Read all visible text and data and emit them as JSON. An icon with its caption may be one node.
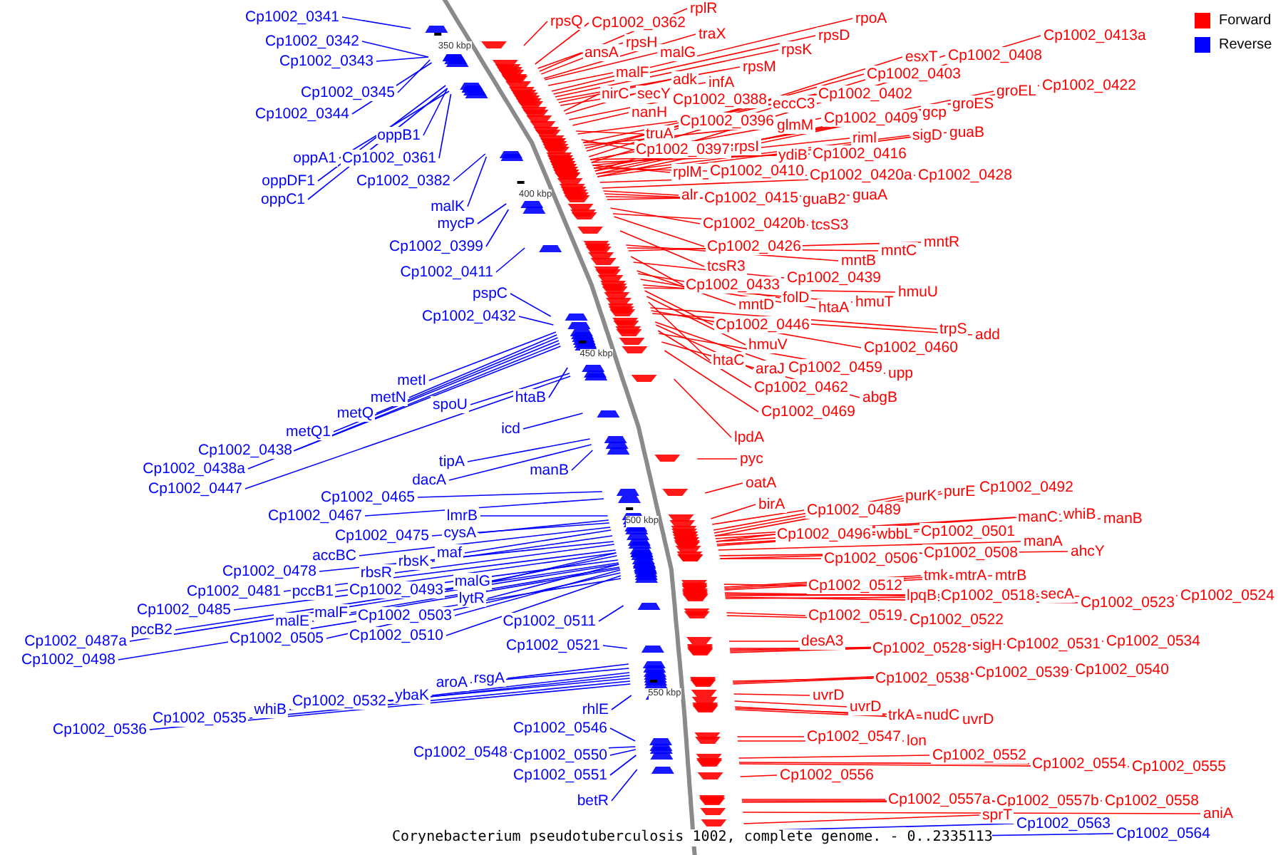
{
  "diagram": {
    "caption": "Corynebacterium pseudotuberculosis 1002, complete genome. - 0..2335113",
    "nodes": [
      {
        "text": [
          "Cp1002_0341"
        ]
      },
      {
        "text": [
          "Cp1002_0342"
        ]
      },
      {
        "text": [
          "Cp1002_0343"
        ]
      },
      {
        "text": [
          "Cp1002_0345"
        ]
      },
      {
        "text": [
          "Cp1002_0344"
        ]
      },
      {
        "text": [
          "oppB1"
        ]
      },
      {
        "text": [
          "oppA1"
        ]
      },
      {
        "text": [
          "Cp1002_0361"
        ]
      },
      {
        "text": [
          "oppDF1"
        ]
      },
      {
        "text": [
          "Cp1002_0382"
        ]
      },
      {
        "text": [
          "oppC1"
        ]
      },
      {
        "text": [
          "malK"
        ]
      },
      {
        "text": [
          "mycP"
        ]
      },
      {
        "text": [
          "Cp1002_0399"
        ]
      },
      {
        "text": [
          "Cp1002_0411"
        ]
      },
      {
        "text": [
          "pspC"
        ]
      },
      {
        "text": [
          "Cp1002_0432"
        ]
      },
      {
        "text": [
          "metI"
        ]
      },
      {
        "text": [
          "metN"
        ]
      },
      {
        "text": [
          "htaB"
        ]
      },
      {
        "text": [
          "spoU"
        ]
      },
      {
        "text": [
          "metQ"
        ]
      },
      {
        "text": [
          "metQ1"
        ]
      },
      {
        "text": [
          "icd"
        ]
      },
      {
        "text": [
          "Cp1002_0438"
        ]
      },
      {
        "text": [
          "tipA"
        ]
      },
      {
        "text": [
          "Cp1002_0438a"
        ]
      },
      {
        "text": [
          "manB"
        ]
      },
      {
        "text": [
          "dacA"
        ]
      },
      {
        "text": [
          "Cp1002_0447"
        ]
      },
      {
        "text": [
          "Cp1002_0465"
        ]
      },
      {
        "text": [
          "Cp1002_0467"
        ]
      },
      {
        "text": [
          "lmrB"
        ]
      },
      {
        "text": [
          "cysA"
        ]
      },
      {
        "text": [
          "Cp1002_0475"
        ]
      },
      {
        "text": [
          "maf"
        ]
      },
      {
        "text": [
          "accBC"
        ]
      },
      {
        "text": [
          "rbsK"
        ]
      },
      {
        "text": [
          "Cp1002_0478"
        ]
      },
      {
        "text": [
          "rbsR"
        ]
      },
      {
        "text": [
          "malG"
        ]
      },
      {
        "text": [
          "Cp1002_0493"
        ]
      },
      {
        "text": [
          "Cp1002_0481"
        ]
      },
      {
        "text": [
          "pccB1"
        ]
      },
      {
        "text": [
          "lytR"
        ]
      },
      {
        "text": [
          "Cp1002_0485"
        ]
      },
      {
        "text": [
          "malF"
        ]
      },
      {
        "text": [
          "Cp1002_0503"
        ]
      },
      {
        "text": [
          "Cp1002_0511"
        ]
      },
      {
        "text": [
          "malE"
        ]
      },
      {
        "text": [
          "pccB2"
        ]
      },
      {
        "text": [
          "Cp1002_0510"
        ]
      },
      {
        "text": [
          "Cp1002_0505"
        ]
      },
      {
        "text": [
          "Cp1002_0487a"
        ]
      },
      {
        "text": [
          "Cp1002_0521"
        ]
      },
      {
        "text": [
          "Cp1002_0498"
        ]
      },
      {
        "text": [
          "rsgA"
        ]
      },
      {
        "text": [
          "aroA"
        ]
      },
      {
        "text": [
          "ybaK"
        ]
      },
      {
        "text": [
          "Cp1002_0532"
        ]
      },
      {
        "text": [
          "rhlE"
        ]
      },
      {
        "text": [
          "whiB"
        ]
      },
      {
        "text": [
          "Cp1002_0535"
        ]
      },
      {
        "text": [
          "Cp1002_0546"
        ]
      },
      {
        "text": [
          "Cp1002_0536"
        ]
      },
      {
        "text": [
          "Cp1002_0548"
        ]
      },
      {
        "text": [
          "Cp1002_0550"
        ]
      },
      {
        "text": [
          "Cp1002_0551"
        ]
      },
      {
        "text": [
          "betR"
        ]
      },
      {
        "text": [
          "rplR"
        ]
      },
      {
        "text": [
          "rpoA"
        ]
      },
      {
        "text": [
          "rpsQ"
        ]
      },
      {
        "text": [
          "Cp1002_0362"
        ]
      },
      {
        "text": [
          "traX"
        ]
      },
      {
        "text": [
          "rpsD"
        ]
      },
      {
        "text": [
          "Cp1002_0413a"
        ]
      },
      {
        "text": [
          "rpsH"
        ]
      },
      {
        "text": [
          "rpsK"
        ]
      },
      {
        "text": [
          "ansA"
        ]
      },
      {
        "text": [
          "malG"
        ]
      },
      {
        "text": [
          "Cp1002_0408"
        ]
      },
      {
        "text": [
          "esxT"
        ]
      },
      {
        "text": [
          "rpsM"
        ]
      },
      {
        "text": [
          "malF"
        ]
      },
      {
        "text": [
          "Cp1002_0403"
        ]
      },
      {
        "text": [
          "adk"
        ]
      },
      {
        "text": [
          "infA"
        ]
      },
      {
        "text": [
          "Cp1002_0422"
        ]
      },
      {
        "text": [
          "groEL"
        ]
      },
      {
        "text": [
          "nirC"
        ]
      },
      {
        "text": [
          "secY"
        ]
      },
      {
        "text": [
          "Cp1002_0402"
        ]
      },
      {
        "text": [
          "Cp1002_0388"
        ]
      },
      {
        "text": [
          "eccC3"
        ]
      },
      {
        "text": [
          "groES"
        ]
      },
      {
        "text": [
          "gcp"
        ]
      },
      {
        "text": [
          "nanH"
        ]
      },
      {
        "text": [
          "Cp1002_0409"
        ]
      },
      {
        "text": [
          "Cp1002_0396"
        ]
      },
      {
        "text": [
          "glmM"
        ]
      },
      {
        "text": [
          "guaB"
        ]
      },
      {
        "text": [
          "truA"
        ]
      },
      {
        "text": [
          "sigD"
        ]
      },
      {
        "text": [
          "riml"
        ]
      },
      {
        "text": [
          "rpsI"
        ]
      },
      {
        "text": [
          "Cp1002_0397"
        ]
      },
      {
        "text": [
          "Cp1002_0416"
        ]
      },
      {
        "text": [
          "ydiB"
        ]
      },
      {
        "text": [
          "Cp1002_0410"
        ]
      },
      {
        "text": [
          "rplM"
        ]
      },
      {
        "text": [
          "Cp1002_0420a"
        ]
      },
      {
        "text": [
          "Cp1002_0428"
        ]
      },
      {
        "text": [
          "guaA"
        ]
      },
      {
        "text": [
          "alr"
        ]
      },
      {
        "text": [
          "Cp1002_0415"
        ]
      },
      {
        "text": [
          "guaB2"
        ]
      },
      {
        "text": [
          "Cp1002_0420b"
        ]
      },
      {
        "text": [
          "tcsS3"
        ]
      },
      {
        "text": [
          "mntR"
        ]
      },
      {
        "text": [
          "Cp1002_0426"
        ]
      },
      {
        "text": [
          "mntC"
        ]
      },
      {
        "text": [
          "mntB"
        ]
      },
      {
        "text": [
          "tcsR3"
        ]
      },
      {
        "text": [
          "Cp1002_0439"
        ]
      },
      {
        "text": [
          "Cp1002_0433"
        ]
      },
      {
        "text": [
          "hmuU"
        ]
      },
      {
        "text": [
          "folD"
        ]
      },
      {
        "text": [
          "hmuT"
        ]
      },
      {
        "text": [
          "mntD"
        ]
      },
      {
        "text": [
          "htaA"
        ]
      },
      {
        "text": [
          "Cp1002_0446"
        ]
      },
      {
        "text": [
          "trpS"
        ]
      },
      {
        "text": [
          "add"
        ]
      },
      {
        "text": [
          "hmuV"
        ]
      },
      {
        "text": [
          "Cp1002_0460"
        ]
      },
      {
        "text": [
          "htaC"
        ]
      },
      {
        "text": [
          "Cp1002_0459"
        ]
      },
      {
        "text": [
          "araJ"
        ]
      },
      {
        "text": [
          "upp"
        ]
      },
      {
        "text": [
          "Cp1002_0462"
        ]
      },
      {
        "text": [
          "abgB"
        ]
      },
      {
        "text": [
          "Cp1002_0469"
        ]
      },
      {
        "text": [
          "lpdA"
        ]
      },
      {
        "text": [
          "pyc"
        ]
      },
      {
        "text": [
          "oatA"
        ]
      },
      {
        "text": [
          "Cp1002_0492"
        ]
      },
      {
        "text": [
          "purE"
        ]
      },
      {
        "text": [
          "purK"
        ]
      },
      {
        "text": [
          "birA"
        ]
      },
      {
        "text": [
          "Cp1002_0489"
        ]
      },
      {
        "text": [
          "whiB"
        ]
      },
      {
        "text": [
          "manC"
        ]
      },
      {
        "text": [
          "manB"
        ]
      },
      {
        "text": [
          "Cp1002_0501"
        ]
      },
      {
        "text": [
          "Cp1002_0496"
        ]
      },
      {
        "text": [
          "wbbL"
        ]
      },
      {
        "text": [
          "manA"
        ]
      },
      {
        "text": [
          "ahcY"
        ]
      },
      {
        "text": [
          "Cp1002_0508"
        ]
      },
      {
        "text": [
          "Cp1002_0506"
        ]
      },
      {
        "text": [
          "tmk"
        ]
      },
      {
        "text": [
          "mtrA"
        ]
      },
      {
        "text": [
          "mtrB"
        ]
      },
      {
        "text": [
          "Cp1002_0512"
        ]
      },
      {
        "text": [
          "secA"
        ]
      },
      {
        "text": [
          "Cp1002_0524"
        ]
      },
      {
        "text": [
          "lpqB"
        ]
      },
      {
        "text": [
          "Cp1002_0518"
        ]
      },
      {
        "text": [
          "Cp1002_0523"
        ]
      },
      {
        "text": [
          "Cp1002_0519"
        ]
      },
      {
        "text": [
          "Cp1002_0522"
        ]
      },
      {
        "text": [
          "desA3"
        ]
      },
      {
        "text": [
          "Cp1002_0534"
        ]
      },
      {
        "text": [
          "Cp1002_0531"
        ]
      },
      {
        "text": [
          "sigH"
        ]
      },
      {
        "text": [
          "Cp1002_0528"
        ]
      },
      {
        "text": [
          "Cp1002_0540"
        ]
      },
      {
        "text": [
          "Cp1002_0539"
        ]
      },
      {
        "text": [
          "Cp1002_0538"
        ]
      },
      {
        "text": [
          "uvrD"
        ]
      },
      {
        "text": [
          "uvrD"
        ]
      },
      {
        "text": [
          "trkA"
        ]
      },
      {
        "text": [
          "nudC"
        ]
      },
      {
        "text": [
          "uvrD"
        ]
      },
      {
        "text": [
          "Cp1002_0547"
        ]
      },
      {
        "text": [
          "lon"
        ]
      },
      {
        "text": [
          "Cp1002_0552"
        ]
      },
      {
        "text": [
          "Cp1002_0554"
        ]
      },
      {
        "text": [
          "Cp1002_0555"
        ]
      },
      {
        "text": [
          "Cp1002_0556"
        ]
      },
      {
        "text": [
          "Cp1002_0557a"
        ]
      },
      {
        "text": [
          "Cp1002_0557b"
        ]
      },
      {
        "text": [
          "Cp1002_0558"
        ]
      },
      {
        "text": [
          "aniA"
        ]
      },
      {
        "text": [
          "sprT"
        ]
      },
      {
        "text": [
          "Cp1002_0563"
        ]
      },
      {
        "text": [
          "Cp1002_0564"
        ]
      }
    ],
    "edges": [
      {
        "from": 0,
        "to": null,
        "arrow": "none",
        "color": "#0000ff"
      },
      {
        "from": 1,
        "to": null,
        "arrow": "none",
        "color": "#0000ff"
      },
      {
        "from": 2,
        "to": null,
        "arrow": "none",
        "color": "#0000ff"
      },
      {
        "from": 3,
        "to": null,
        "arrow": "none",
        "color": "#0000ff"
      },
      {
        "from": 4,
        "to": null,
        "arrow": "none",
        "color": "#0000ff"
      },
      {
        "from": 5,
        "to": null,
        "arrow": "none",
        "color": "#0000ff"
      },
      {
        "from": 6,
        "to": null,
        "arrow": "none",
        "color": "#0000ff"
      },
      {
        "from": 7,
        "to": null,
        "arrow": "none",
        "color": "#0000ff"
      },
      {
        "from": 8,
        "to": null,
        "arrow": "none",
        "color": "#0000ff"
      },
      {
        "from": 9,
        "to": null,
        "arrow": "none",
        "color": "#0000ff"
      },
      {
        "from": 10,
        "to": null,
        "arrow": "none",
        "color": "#0000ff"
      },
      {
        "from": 11,
        "to": null,
        "arrow": "none",
        "color": "#0000ff"
      },
      {
        "from": 12,
        "to": null,
        "arrow": "none",
        "color": "#0000ff"
      },
      {
        "from": 13,
        "to": null,
        "arrow": "none",
        "color": "#0000ff"
      },
      {
        "from": 14,
        "to": null,
        "arrow": "none",
        "color": "#0000ff"
      },
      {
        "from": 15,
        "to": null,
        "arrow": "none",
        "color": "#0000ff"
      },
      {
        "from": 16,
        "to": null,
        "arrow": "none",
        "color": "#0000ff"
      },
      {
        "from": 17,
        "to": null,
        "arrow": "none",
        "color": "#0000ff"
      },
      {
        "from": 18,
        "to": null,
        "arrow": "none",
        "color": "#0000ff"
      },
      {
        "from": 19,
        "to": null,
        "arrow": "none",
        "color": "#0000ff"
      },
      {
        "from": 20,
        "to": null,
        "arrow": "none",
        "color": "#0000ff"
      },
      {
        "from": 21,
        "to": null,
        "arrow": "none",
        "color": "#0000ff"
      },
      {
        "from": 22,
        "to": null,
        "arrow": "none",
        "color": "#0000ff"
      },
      {
        "from": 23,
        "to": null,
        "arrow": "none",
        "color": "#0000ff"
      },
      {
        "from": 24,
        "to": null,
        "arrow": "none",
        "color": "#0000ff"
      },
      {
        "from": 25,
        "to": null,
        "arrow": "none",
        "color": "#0000ff"
      },
      {
        "from": 26,
        "to": null,
        "arrow": "none",
        "color": "#0000ff"
      },
      {
        "from": 27,
        "to": null,
        "arrow": "none",
        "color": "#0000ff"
      },
      {
        "from": 28,
        "to": null,
        "arrow": "none",
        "color": "#0000ff"
      },
      {
        "from": 29,
        "to": null,
        "arrow": "none",
        "color": "#0000ff"
      },
      {
        "from": 30,
        "to": null,
        "arrow": "none",
        "color": "#0000ff"
      },
      {
        "from": 31,
        "to": null,
        "arrow": "none",
        "color": "#0000ff"
      },
      {
        "from": 32,
        "to": null,
        "arrow": "none",
        "color": "#0000ff"
      },
      {
        "from": 33,
        "to": null,
        "arrow": "none",
        "color": "#0000ff"
      },
      {
        "from": 34,
        "to": null,
        "arrow": "none",
        "color": "#0000ff"
      },
      {
        "from": 35,
        "to": null,
        "arrow": "none",
        "color": "#0000ff"
      },
      {
        "from": 36,
        "to": null,
        "arrow": "none",
        "color": "#0000ff"
      },
      {
        "from": 37,
        "to": null,
        "arrow": "none",
        "color": "#0000ff"
      },
      {
        "from": 38,
        "to": null,
        "arrow": "none",
        "color": "#0000ff"
      },
      {
        "from": 39,
        "to": null,
        "arrow": "none",
        "color": "#0000ff"
      },
      {
        "from": 40,
        "to": null,
        "arrow": "none",
        "color": "#0000ff"
      },
      {
        "from": 41,
        "to": null,
        "arrow": "none",
        "color": "#0000ff"
      },
      {
        "from": 42,
        "to": null,
        "arrow": "none",
        "color": "#0000ff"
      },
      {
        "from": 43,
        "to": null,
        "arrow": "none",
        "color": "#0000ff"
      },
      {
        "from": 44,
        "to": null,
        "arrow": "none",
        "color": "#0000ff"
      },
      {
        "from": 45,
        "to": null,
        "arrow": "none",
        "color": "#0000ff"
      },
      {
        "from": 46,
        "to": null,
        "arrow": "none",
        "color": "#0000ff"
      },
      {
        "from": 47,
        "to": null,
        "arrow": "none",
        "color": "#0000ff"
      },
      {
        "from": 48,
        "to": null,
        "arrow": "none",
        "color": "#0000ff"
      },
      {
        "from": 49,
        "to": null,
        "arrow": "none",
        "color": "#0000ff"
      },
      {
        "from": 50,
        "to": null,
        "arrow": "none",
        "color": "#0000ff"
      },
      {
        "from": 51,
        "to": null,
        "arrow": "none",
        "color": "#0000ff"
      },
      {
        "from": 52,
        "to": null,
        "arrow": "none",
        "color": "#0000ff"
      },
      {
        "from": 53,
        "to": null,
        "arrow": "none",
        "color": "#0000ff"
      },
      {
        "from": 54,
        "to": null,
        "arrow": "none",
        "color": "#0000ff"
      },
      {
        "from": 55,
        "to": null,
        "arrow": "none",
        "color": "#0000ff"
      },
      {
        "from": 56,
        "to": null,
        "arrow": "none",
        "color": "#0000ff"
      },
      {
        "from": 57,
        "to": null,
        "arrow": "none",
        "color": "#0000ff"
      },
      {
        "from": 58,
        "to": null,
        "arrow": "none",
        "color": "#0000ff"
      },
      {
        "from": 59,
        "to": null,
        "arrow": "none",
        "color": "#0000ff"
      },
      {
        "from": 60,
        "to": null,
        "arrow": "none",
        "color": "#0000ff"
      },
      {
        "from": 61,
        "to": null,
        "arrow": "none",
        "color": "#0000ff"
      },
      {
        "from": 62,
        "to": null,
        "arrow": "none",
        "color": "#0000ff"
      },
      {
        "from": 63,
        "to": null,
        "arrow": "none",
        "color": "#0000ff"
      },
      {
        "from": 64,
        "to": null,
        "arrow": "none",
        "color": "#0000ff"
      },
      {
        "from": 65,
        "to": null,
        "arrow": "none",
        "color": "#0000ff"
      },
      {
        "from": 66,
        "to": null,
        "arrow": "none",
        "color": "#0000ff"
      },
      {
        "from": 67,
        "to": null,
        "arrow": "none",
        "color": "#0000ff"
      },
      {
        "from": 68,
        "to": null,
        "arrow": "none",
        "color": "#0000ff"
      },
      {
        "from": 69,
        "to": null,
        "arrow": "none"
      },
      {
        "from": 70,
        "to": null,
        "arrow": "none"
      },
      {
        "from": 71,
        "to": null,
        "arrow": "none"
      },
      {
        "from": 72,
        "to": null,
        "arrow": "none"
      },
      {
        "from": 73,
        "to": null,
        "arrow": "none"
      },
      {
        "from": 74,
        "to": null,
        "arrow": "none"
      },
      {
        "from": 75,
        "to": null,
        "arrow": "none"
      },
      {
        "from": 76,
        "to": null,
        "arrow": "none"
      },
      {
        "from": 77,
        "to": null,
        "arrow": "none"
      },
      {
        "from": 78,
        "to": null,
        "arrow": "none"
      },
      {
        "from": 79,
        "to": null,
        "arrow": "none"
      },
      {
        "from": 80,
        "to": null,
        "arrow": "none"
      },
      {
        "from": 81,
        "to": null,
        "arrow": "none"
      },
      {
        "from": 82,
        "to": null,
        "arrow": "none"
      },
      {
        "from": 83,
        "to": null,
        "arrow": "none"
      },
      {
        "from": 84,
        "to": null,
        "arrow": "none"
      },
      {
        "from": 85,
        "to": null,
        "arrow": "none"
      },
      {
        "from": 86,
        "to": null,
        "arrow": "none"
      },
      {
        "from": 87,
        "to": null,
        "arrow": "none"
      },
      {
        "from": 88,
        "to": null,
        "arrow": "none"
      },
      {
        "from": 89,
        "to": null,
        "arrow": "none"
      },
      {
        "from": 90,
        "to": null,
        "arrow": "none"
      },
      {
        "from": 91,
        "to": null,
        "arrow": "none"
      },
      {
        "from": 92,
        "to": null,
        "arrow": "none"
      },
      {
        "from": 93,
        "to": null,
        "arrow": "none"
      },
      {
        "from": 94,
        "to": null,
        "arrow": "none"
      },
      {
        "from": 95,
        "to": null,
        "arrow": "none"
      },
      {
        "from": 96,
        "to": null,
        "arrow": "none"
      },
      {
        "from": 97,
        "to": null,
        "arrow": "none"
      },
      {
        "from": 98,
        "to": null,
        "arrow": "none"
      },
      {
        "from": 99,
        "to": null,
        "arrow": "none"
      },
      {
        "from": 100,
        "to": null,
        "arrow": "none"
      },
      {
        "from": 101,
        "to": null,
        "arrow": "none"
      },
      {
        "from": 102,
        "to": null,
        "arrow": "none"
      },
      {
        "from": 103,
        "to": null,
        "arrow": "none"
      },
      {
        "from": 104,
        "to": null,
        "arrow": "none"
      },
      {
        "from": 105,
        "to": null,
        "arrow": "none"
      },
      {
        "from": 106,
        "to": null,
        "arrow": "none"
      },
      {
        "from": 107,
        "to": null,
        "arrow": "none"
      },
      {
        "from": 108,
        "to": null,
        "arrow": "none"
      },
      {
        "from": 109,
        "to": null,
        "arrow": "none"
      },
      {
        "from": 110,
        "to": null,
        "arrow": "none"
      },
      {
        "from": 111,
        "to": null,
        "arrow": "none"
      },
      {
        "from": 112,
        "to": null,
        "arrow": "none"
      },
      {
        "from": 113,
        "to": null,
        "arrow": "none"
      },
      {
        "from": 114,
        "to": null,
        "arrow": "none"
      },
      {
        "from": 115,
        "to": null,
        "arrow": "none"
      },
      {
        "from": 116,
        "to": null,
        "arrow": "none"
      },
      {
        "from": 117,
        "to": null,
        "arrow": "none"
      },
      {
        "from": 118,
        "to": null,
        "arrow": "none"
      },
      {
        "from": 119,
        "to": null,
        "arrow": "none"
      },
      {
        "from": 120,
        "to": null,
        "arrow": "none"
      },
      {
        "from": 121,
        "to": null,
        "arrow": "none"
      },
      {
        "from": 122,
        "to": null,
        "arrow": "none"
      },
      {
        "from": 123,
        "to": null,
        "arrow": "none"
      },
      {
        "from": 124,
        "to": null,
        "arrow": "none"
      },
      {
        "from": 125,
        "to": null,
        "arrow": "none"
      },
      {
        "from": 126,
        "to": null,
        "arrow": "none"
      },
      {
        "from": 127,
        "to": null,
        "arrow": "none"
      },
      {
        "from": 128,
        "to": null,
        "arrow": "none"
      },
      {
        "from": 129,
        "to": null,
        "arrow": "none"
      },
      {
        "from": 130,
        "to": null,
        "arrow": "none"
      },
      {
        "from": 131,
        "to": null,
        "arrow": "none"
      },
      {
        "from": 132,
        "to": null,
        "arrow": "none"
      },
      {
        "from": 133,
        "to": null,
        "arrow": "none"
      },
      {
        "from": 134,
        "to": null,
        "arrow": "none"
      },
      {
        "from": 135,
        "to": null,
        "arrow": "none"
      },
      {
        "from": 136,
        "to": null,
        "arrow": "none"
      },
      {
        "from": 137,
        "to": null,
        "arrow": "none"
      },
      {
        "from": 138,
        "to": null,
        "arrow": "none"
      },
      {
        "from": 139,
        "to": null,
        "arrow": "none"
      },
      {
        "from": 140,
        "to": null,
        "arrow": "none"
      },
      {
        "from": 141,
        "to": null,
        "arrow": "none"
      },
      {
        "from": 142,
        "to": null,
        "arrow": "none"
      },
      {
        "from": 143,
        "to": null,
        "arrow": "none"
      },
      {
        "from": 144,
        "to": null,
        "arrow": "none"
      },
      {
        "from": 145,
        "to": null,
        "arrow": "none"
      },
      {
        "from": 146,
        "to": null,
        "arrow": "none"
      },
      {
        "from": 147,
        "to": null,
        "arrow": "none"
      },
      {
        "from": 148,
        "to": null,
        "arrow": "none"
      },
      {
        "from": 149,
        "to": null,
        "arrow": "none"
      },
      {
        "from": 150,
        "to": null,
        "arrow": "none"
      },
      {
        "from": 151,
        "to": null,
        "arrow": "none"
      },
      {
        "from": 152,
        "to": null,
        "arrow": "none"
      },
      {
        "from": 153,
        "to": null,
        "arrow": "none"
      },
      {
        "from": 154,
        "to": null,
        "arrow": "none"
      },
      {
        "from": 155,
        "to": null,
        "arrow": "none"
      },
      {
        "from": 156,
        "to": null,
        "arrow": "none"
      },
      {
        "from": 157,
        "to": null,
        "arrow": "none"
      },
      {
        "from": 158,
        "to": null,
        "arrow": "none"
      },
      {
        "from": 159,
        "to": null,
        "arrow": "none"
      },
      {
        "from": 160,
        "to": null,
        "arrow": "none"
      },
      {
        "from": 161,
        "to": null,
        "arrow": "none"
      },
      {
        "from": 162,
        "to": null,
        "arrow": "none"
      },
      {
        "from": 163,
        "to": null,
        "arrow": "none"
      },
      {
        "from": 164,
        "to": null,
        "arrow": "none"
      },
      {
        "from": 165,
        "to": null,
        "arrow": "none"
      },
      {
        "from": 166,
        "to": null,
        "arrow": "none"
      },
      {
        "from": 167,
        "to": null,
        "arrow": "none"
      },
      {
        "from": 168,
        "to": null,
        "arrow": "none"
      },
      {
        "from": 169,
        "to": null,
        "arrow": "none"
      },
      {
        "from": 170,
        "to": null,
        "arrow": "none"
      },
      {
        "from": 171,
        "to": null,
        "arrow": "none"
      },
      {
        "from": 172,
        "to": null,
        "arrow": "none"
      },
      {
        "from": 173,
        "to": null,
        "arrow": "none"
      },
      {
        "from": 174,
        "to": null,
        "arrow": "none"
      },
      {
        "from": 175,
        "to": null,
        "arrow": "none"
      },
      {
        "from": 176,
        "to": null,
        "arrow": "none"
      },
      {
        "from": 177,
        "to": null,
        "arrow": "none"
      },
      {
        "from": 178,
        "to": null,
        "arrow": "none"
      },
      {
        "from": 179,
        "to": null,
        "arrow": "none"
      },
      {
        "from": 180,
        "to": null,
        "arrow": "none"
      },
      {
        "from": 181,
        "to": null,
        "arrow": "none"
      },
      {
        "from": 182,
        "to": null,
        "arrow": "none"
      },
      {
        "from": 183,
        "to": null,
        "arrow": "none"
      },
      {
        "from": 184,
        "to": null,
        "arrow": "none"
      },
      {
        "from": 185,
        "to": null,
        "arrow": "none"
      },
      {
        "from": 186,
        "to": null,
        "arrow": "none"
      },
      {
        "from": 187,
        "to": null,
        "arrow": "none"
      },
      {
        "from": 188,
        "to": null,
        "arrow": "none"
      },
      {
        "from": 189,
        "to": null,
        "arrow": "none"
      },
      {
        "from": 190,
        "to": null,
        "arrow": "none"
      },
      {
        "from": 191,
        "to": null,
        "arrow": "none"
      },
      {
        "from": 192,
        "to": null,
        "arrow": "none"
      },
      {
        "from": 193,
        "to": null,
        "arrow": "none"
      },
      {
        "from": 194,
        "to": null,
        "arrow": "none"
      },
      {
        "from": 195,
        "to": null,
        "arrow": "none",
        "color": "#0000ff"
      },
      {
        "from": 196,
        "to": null,
        "arrow": "none",
        "color": "#0000ff"
      }
    ],
    "labels": [
      "350 kbp",
      "400 kbp",
      "450 kbp",
      "500 kbp",
      "550 kbp"
    ],
    "legend": [
      {
        "text": "Forward",
        "color": "#ff0000"
      },
      {
        "text": "Reverse",
        "color": "#0000ff"
      }
    ]
  }
}
